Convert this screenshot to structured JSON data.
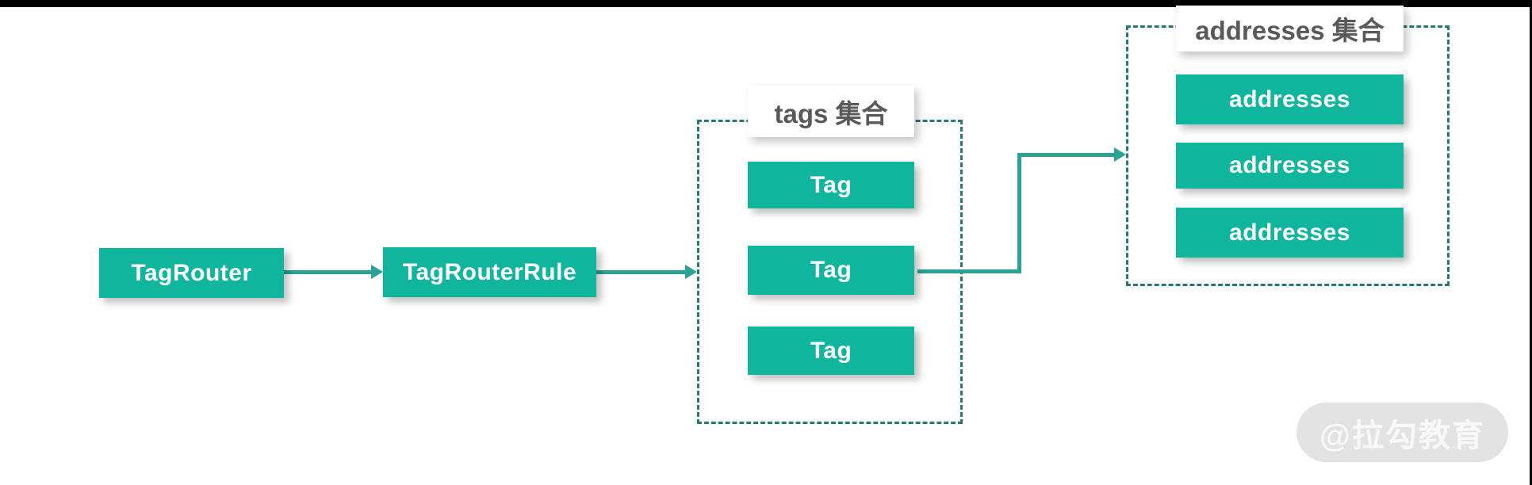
{
  "diagram": {
    "nodes": {
      "tag_router": "TagRouter",
      "tag_router_rule": "TagRouterRule"
    },
    "tags_group": {
      "title": "tags 集合",
      "items": [
        "Tag",
        "Tag",
        "Tag"
      ]
    },
    "addresses_group": {
      "title": "addresses 集合",
      "items": [
        "addresses",
        "addresses",
        "addresses"
      ]
    },
    "watermark": "@拉勾教育",
    "colors": {
      "node_fill": "#10b59e",
      "arrow": "#2aa296",
      "dashed_border": "#277a70",
      "label_text": "#595959",
      "node_text": "#ffffff",
      "watermark_bg": "#e3e3e3",
      "watermark_text": "#f8f8f8",
      "letterbox": "#000000"
    }
  }
}
